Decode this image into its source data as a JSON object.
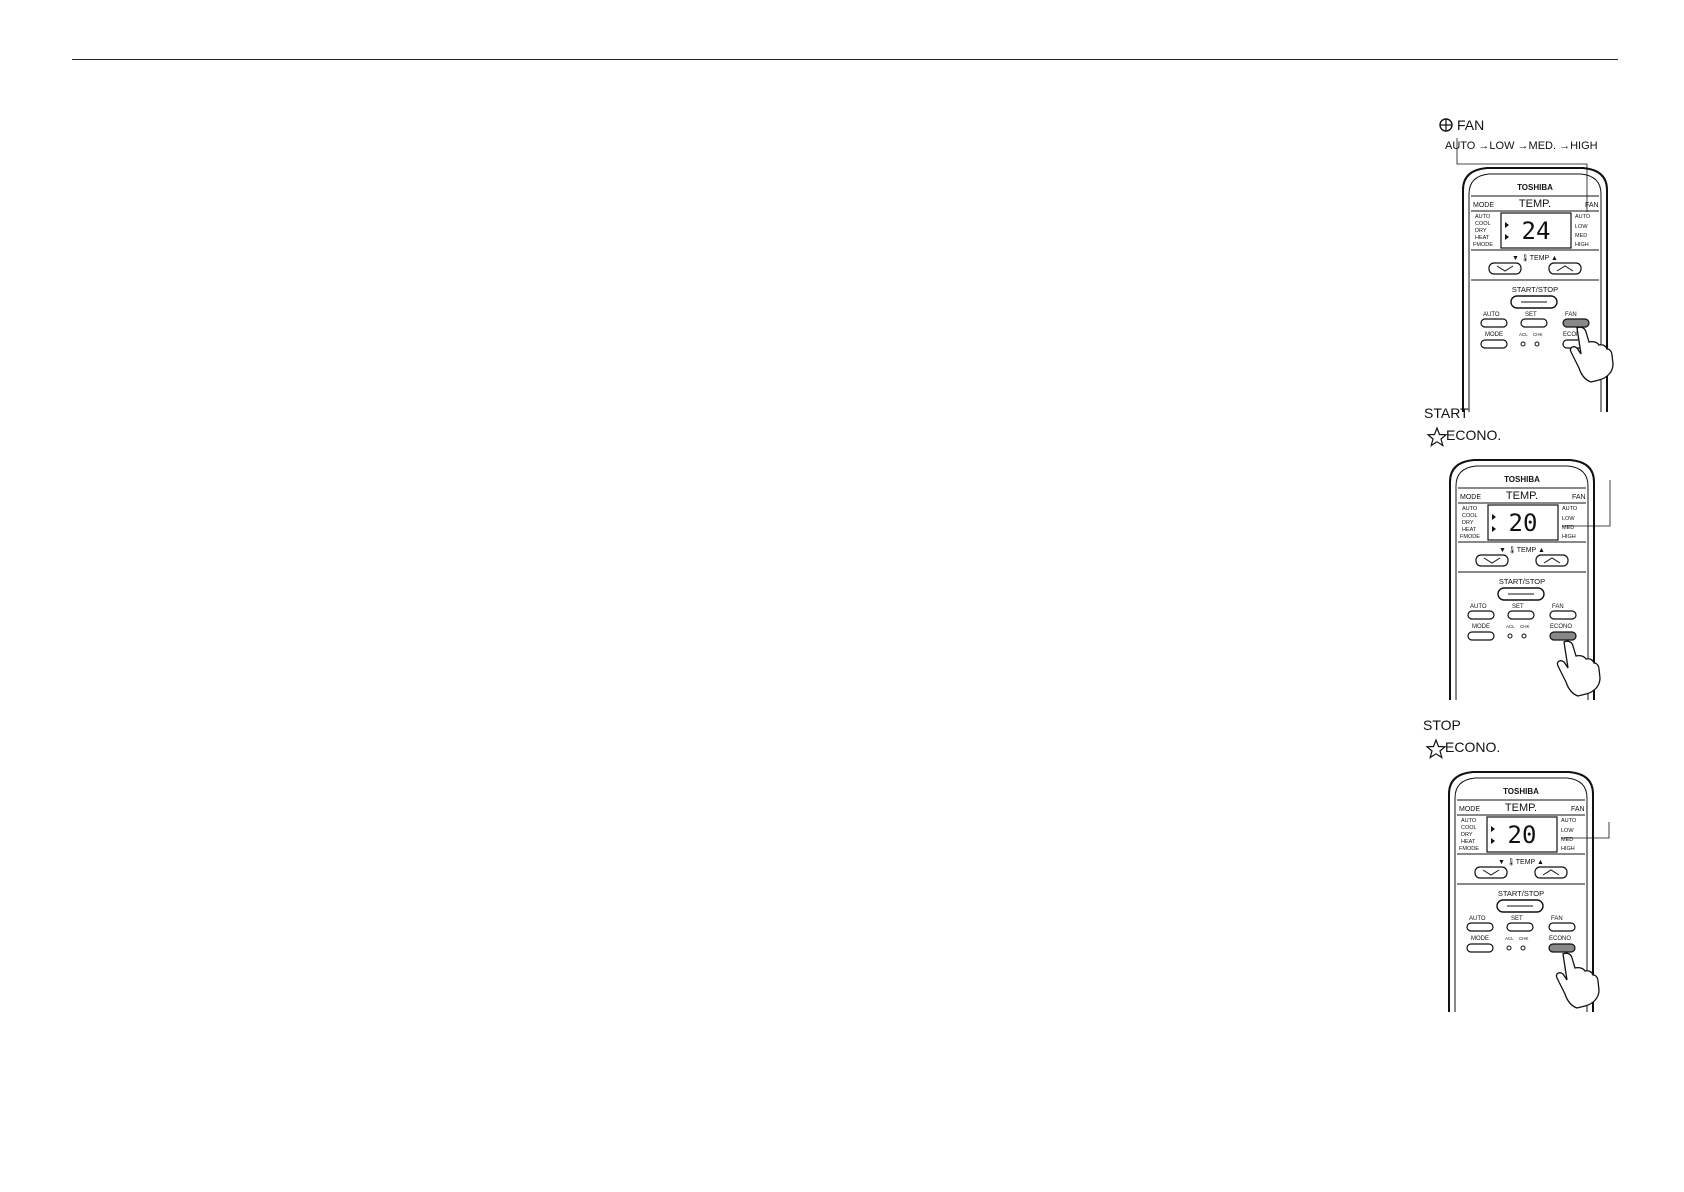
{
  "figures": [
    {
      "id": "fan",
      "heading": "FAN",
      "fan_sequence": "AUTO →LOW →MED. →HIGH",
      "temperature": "24",
      "pressed": "fan"
    },
    {
      "id": "econo_start",
      "heading": "START",
      "subheading": "ECONO.",
      "temperature": "20",
      "pressed": "econo"
    },
    {
      "id": "econo_stop",
      "heading": "STOP",
      "subheading": "ECONO.",
      "temperature": "20",
      "pressed": "econo"
    }
  ],
  "remote": {
    "brand": "TOSHIBA",
    "mode_label": "MODE",
    "temp_label": "TEMP.",
    "fan_label": "FAN",
    "modes": [
      "AUTO",
      "COOL",
      "DRY",
      "HEAT",
      "FMODE"
    ],
    "fan_speeds": [
      "AUTO",
      "LOW",
      "MED",
      "HIGH"
    ],
    "temp_buttons_label": "▼ 🌡TEMP ▲",
    "start_stop_label": "START/STOP",
    "auto_label": "AUTO",
    "set_label": "SET",
    "fan_button_label": "FAN",
    "mode_button_label": "MODE",
    "econo_button_label": "ECONO",
    "small_labels": [
      "ACL",
      "CHK"
    ]
  }
}
